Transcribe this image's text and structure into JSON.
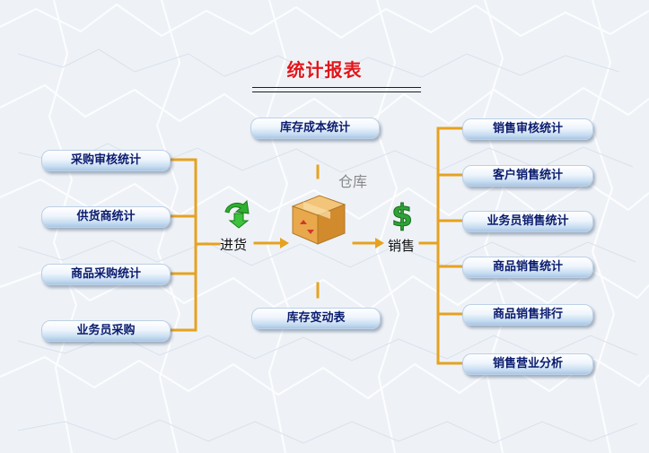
{
  "title": "统计报表",
  "center": {
    "warehouse_label": "仓库",
    "purchase_label": "进货",
    "sales_label": "销售",
    "top_button": "库存成本统计",
    "bottom_button": "库存变动表"
  },
  "purchase_buttons": [
    "采购审核统计",
    "供货商统计",
    "商品采购统计",
    "业务员采购"
  ],
  "sales_buttons": [
    "销售审核统计",
    "客户销售统计",
    "业务员销售统计",
    "商品销售统计",
    "商品销售排行",
    "销售营业分析"
  ],
  "icons": {
    "purchase": "green-arrow-icon",
    "warehouse": "box-icon",
    "sales": "dollar-icon"
  },
  "colors": {
    "title": "#e0161b",
    "connector": "#e6a21f",
    "button_text": "#0a1b6e"
  }
}
